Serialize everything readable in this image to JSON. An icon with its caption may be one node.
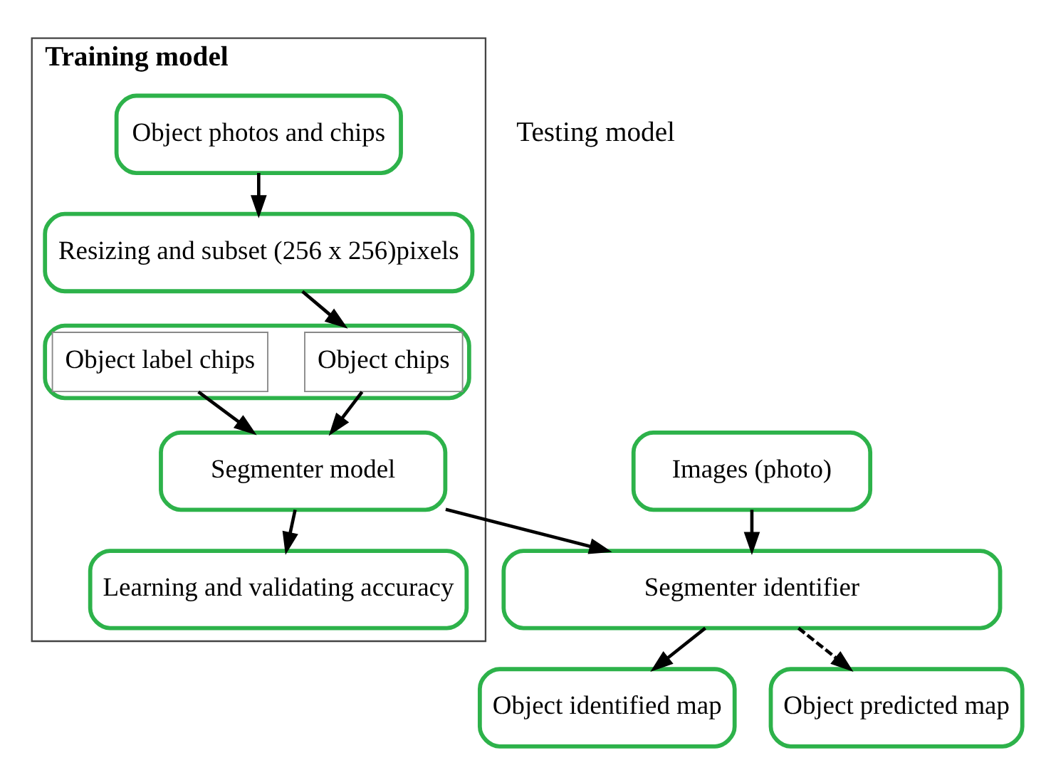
{
  "diagram": {
    "nodes": [
      {
        "text": [
          "Training model"
        ]
      },
      {
        "text": [
          "Object photos and chips"
        ],
        "in": 0
      },
      {
        "text": [
          "Resizing and subset (256 x 256)pixels"
        ],
        "in": 0
      },
      {
        "text": [],
        "shape": "box",
        "in": 0
      },
      {
        "text": [
          "Object chips"
        ],
        "in": 3
      },
      {
        "text": [
          "Object label chips"
        ],
        "in": 3
      },
      {
        "text": [
          "Segmenter model"
        ],
        "in": 0
      },
      {
        "text": [
          "Learning and validating accuracy"
        ],
        "in": 0
      },
      {
        "text": [
          "Images (photo)"
        ]
      },
      {
        "text": [
          "Segmenter identifier"
        ]
      },
      {
        "text": [
          "Object identified map"
        ]
      },
      {
        "text": [
          "Object predicted map"
        ]
      }
    ],
    "edges": [
      {
        "from": 1,
        "to": 2,
        "arrow": "to"
      },
      {
        "from": 2,
        "to": 3,
        "arrow": "to"
      },
      {
        "from": 4,
        "to": 6,
        "arrow": "to"
      },
      {
        "from": 5,
        "to": 6,
        "arrow": "to"
      },
      {
        "from": 6,
        "to": 7,
        "arrow": "to"
      },
      {
        "from": 6,
        "to": 9,
        "arrow": "to"
      },
      {
        "from": 8,
        "to": 9,
        "arrow": "to"
      },
      {
        "from": 9,
        "to": 10,
        "arrow": "to"
      },
      {
        "from": 9,
        "to": 11,
        "arrow": "to",
        "style": "dashed"
      }
    ],
    "labels": [
      "Testing model"
    ]
  }
}
